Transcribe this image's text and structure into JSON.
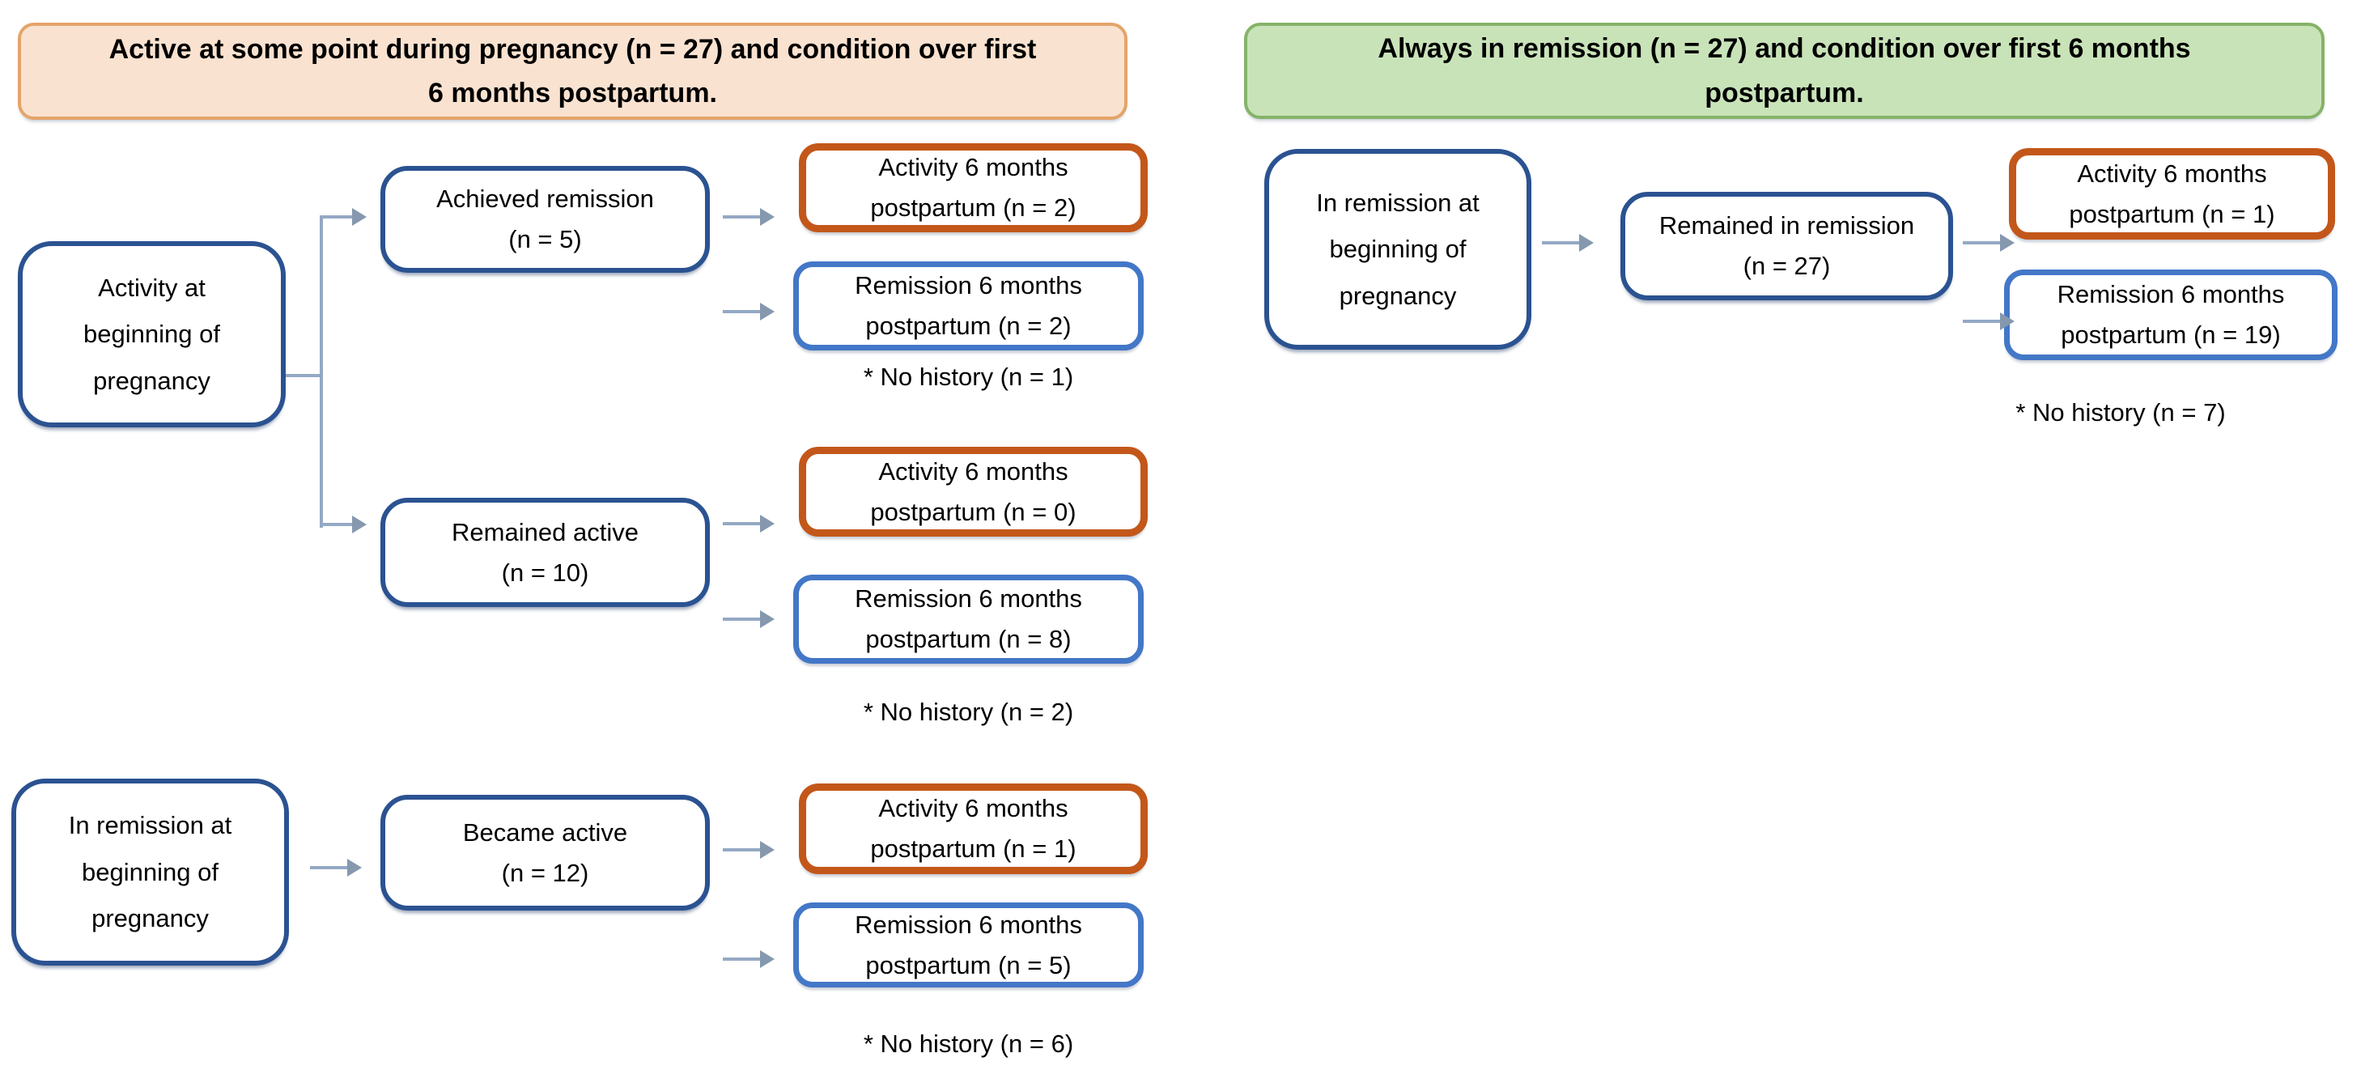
{
  "figure": {
    "type": "flow-diagram",
    "description": "Disease activity during pregnancy and condition over first 6 months postpartum"
  },
  "colors": {
    "navy_border": "#2B5291",
    "blue_border": "#4377C7",
    "orange_border": "#C3571A",
    "left_header_fill": "#FAE2D0",
    "left_header_border": "#E4A469",
    "right_header_fill": "#C9E3B9",
    "right_header_border": "#85B368",
    "arrow": "#94A9C4",
    "text": "#000000"
  },
  "left_panel": {
    "header": "Active at some point during pregnancy (n = 27) and condition over first\n6 months postpartum.",
    "box_activity_start": "Activity at\nbeginning of\npregnancy",
    "box_achieved_remission": "Achieved remission\n(n = 5)",
    "box_remained_active": "Remained active\n(n = 10)",
    "box_in_remission_start": "In remission at\nbeginning of\npregnancy",
    "box_became_active": "Became active\n(n = 12)",
    "group1_activity": "Activity 6 months\npostpartum (n = 2)",
    "group1_remission": "Remission 6 months\npostpartum (n = 2)",
    "group1_note": "* No history (n = 1)",
    "group2_activity": "Activity 6 months\npostpartum (n = 0)",
    "group2_remission": "Remission 6 months\npostpartum (n = 8)",
    "group2_note": "* No history (n = 2)",
    "group3_activity": "Activity 6 months\npostpartum (n = 1)",
    "group3_remission": "Remission 6 months\npostpartum (n = 5)",
    "group3_note": "* No history (n = 6)"
  },
  "right_panel": {
    "header": "Always in remission (n = 27) and condition over first 6 months\npostpartum.",
    "box_in_remission_start": "In remission at\nbeginning of\npregnancy",
    "box_remained_remission": "Remained in remission\n(n = 27)",
    "activity_outcome": "Activity 6 months\npostpartum (n = 1)",
    "remission_outcome": "Remission 6 months\npostpartum (n = 19)",
    "note": "* No history (n = 7)"
  }
}
